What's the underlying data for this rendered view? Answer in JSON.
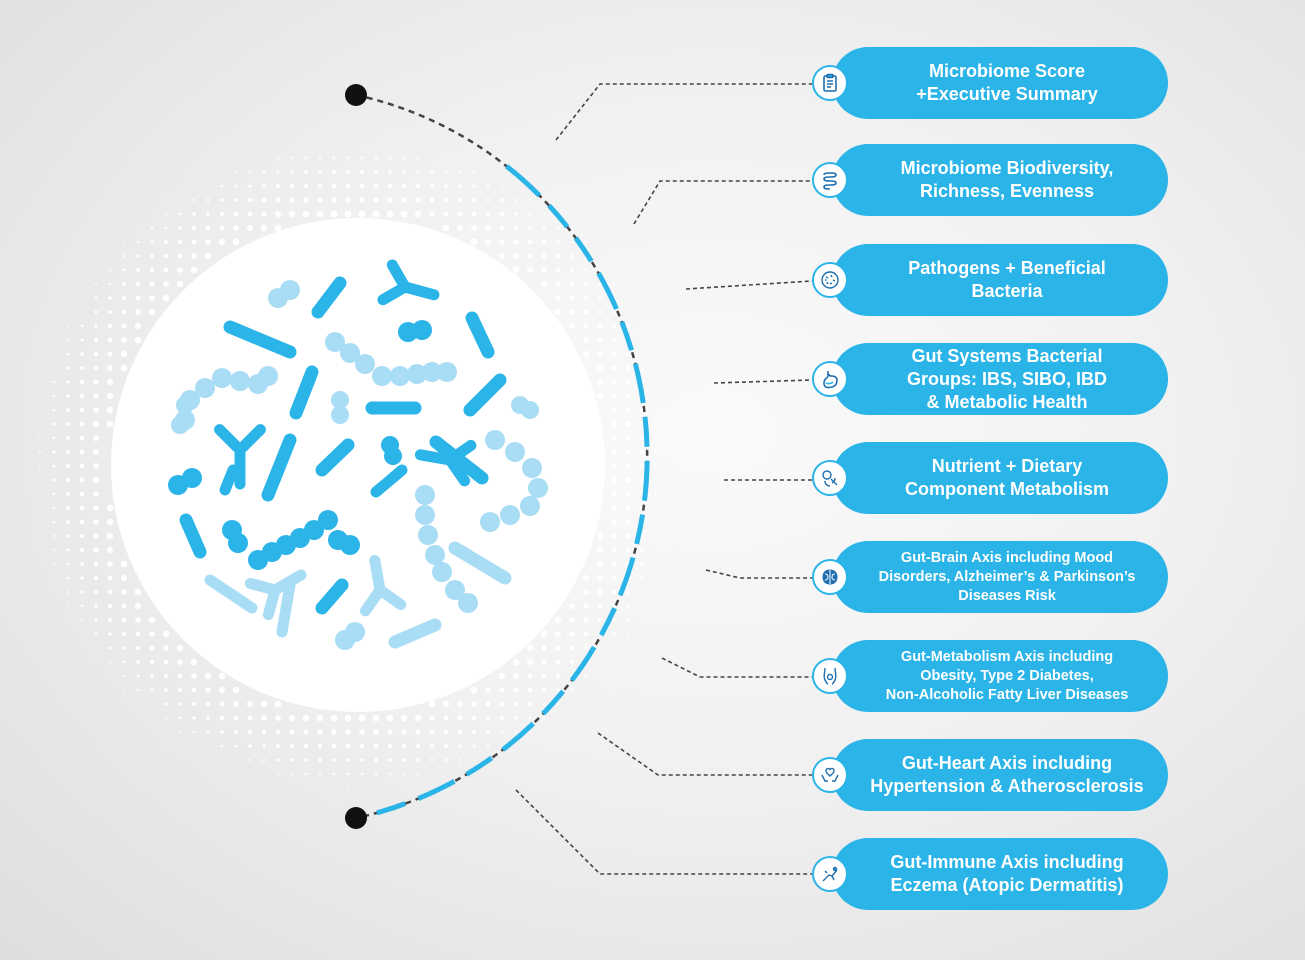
{
  "colors": {
    "accent": "#2bb4e8",
    "light_accent": "#a9dcf5",
    "connector": "#444444",
    "endpoint": "#111111"
  },
  "items": [
    {
      "label": "Microbiome Score\n+Executive Summary",
      "icon": "clipboard-icon"
    },
    {
      "label": "Microbiome Biodiversity,\nRichness, Evenness",
      "icon": "intestine-icon"
    },
    {
      "label": "Pathogens + Beneficial\nBacteria",
      "icon": "bacteria-icon"
    },
    {
      "label": "Gut Systems Bacterial\nGroups: IBS, SIBO, IBD\n& Metabolic Health",
      "icon": "stomach-icon"
    },
    {
      "label": "Nutrient + Dietary\nComponent Metabolism",
      "icon": "nutrient-icon"
    },
    {
      "label": "Gut-Brain Axis including Mood\nDisorders, Alzheimer’s & Parkinson’s\nDiseases Risk",
      "icon": "brain-icon"
    },
    {
      "label": "Gut-Metabolism Axis including\nObesity, Type 2 Diabetes,\nNon-Alcoholic Fatty Liver Diseases",
      "icon": "body-icon"
    },
    {
      "label": "Gut-Heart Axis including\nHypertension & Atherosclerosis",
      "icon": "heart-hands-icon"
    },
    {
      "label": "Gut-Immune Axis including\nEczema (Atopic Dermatitis)",
      "icon": "immune-arm-icon"
    }
  ]
}
